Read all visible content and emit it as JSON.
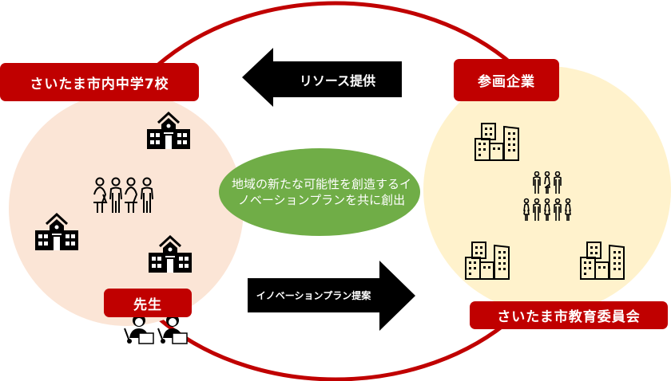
{
  "labels": {
    "schools": "さいたま市内中学7校",
    "companies": "参画企業",
    "board": "さいたま市教育委員会",
    "teachers": "先生"
  },
  "arrows": {
    "resources": "リソース提供",
    "proposal": "イノベーションプラン提案"
  },
  "center": {
    "text": "地域の新たな可能性を創造するイノベーションプランを共に創出"
  },
  "colors": {
    "red": "#c00000",
    "school_circle": "#fbe5d6",
    "company_circle": "#fff2cc",
    "green": "#70ad47"
  }
}
